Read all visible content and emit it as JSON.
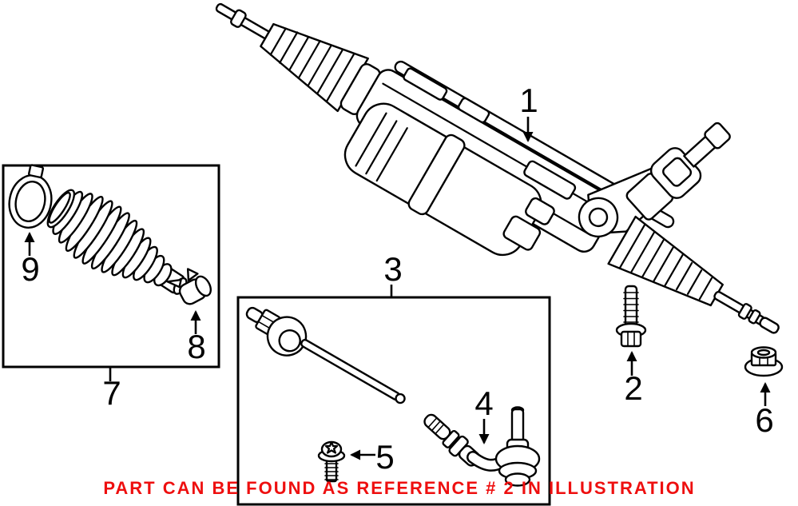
{
  "colors": {
    "ink": "#000000",
    "note": "#ee0f0f",
    "background": "#ffffff"
  },
  "callouts": [
    {
      "label": "1"
    },
    {
      "label": "2"
    },
    {
      "label": "3"
    },
    {
      "label": "4"
    },
    {
      "label": "5"
    },
    {
      "label": "6"
    },
    {
      "label": "7"
    },
    {
      "label": "8"
    },
    {
      "label": "9"
    }
  ],
  "note": {
    "text": "PART CAN BE FOUND AS REFERENCE # 2 IN ILLUSTRATION"
  }
}
